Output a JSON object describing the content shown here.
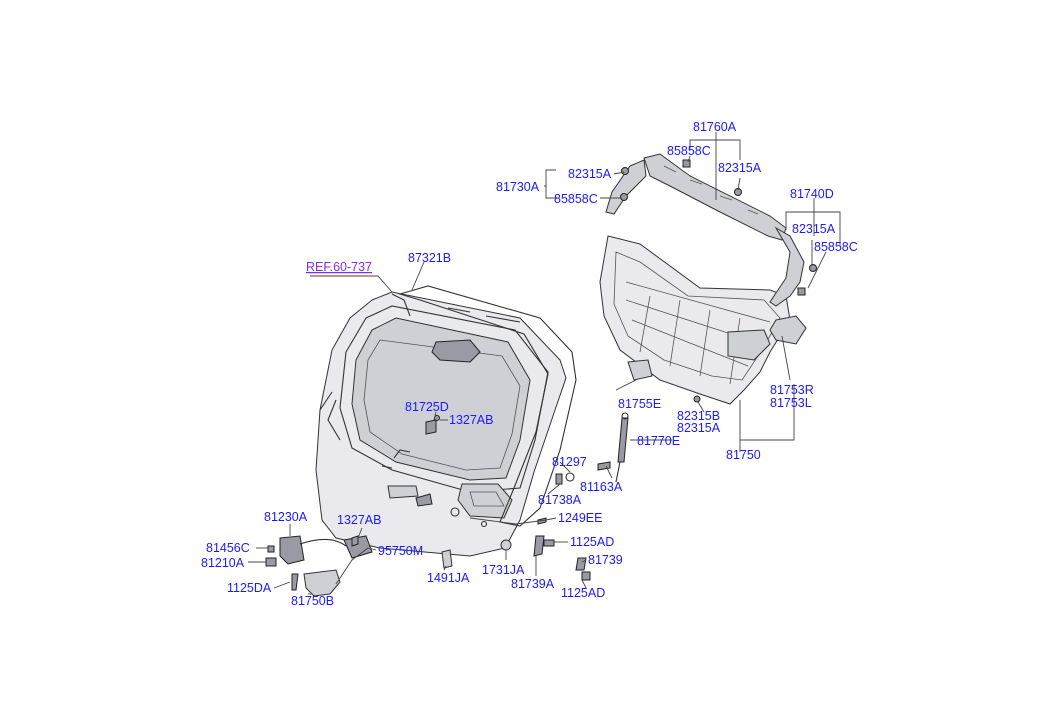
{
  "labels": {
    "ref": "REF.60-737",
    "p87321B": "87321B",
    "p81760A": "81760A",
    "p85858C_top": "85858C",
    "p82315A_top": "82315A",
    "p82315A_left": "82315A",
    "p81730A": "81730A",
    "p85858C_left": "85858C",
    "p81740D": "81740D",
    "p82315A_right": "82315A",
    "p85858C_right": "85858C",
    "p81725D": "81725D",
    "p1327AB_mid": "1327AB",
    "p81753R": "81753R",
    "p81753L": "81753L",
    "p81755E": "81755E",
    "p82315B": "82315B",
    "p82315A_bot": "82315A",
    "p81770E": "81770E",
    "p81750": "81750",
    "p81297": "81297",
    "p81163A": "81163A",
    "p81738A": "81738A",
    "p1249EE": "1249EE",
    "p81230A": "81230A",
    "p1327AB_low": "1327AB",
    "p81456C": "81456C",
    "p95750M": "95750M",
    "p81210A": "81210A",
    "p1125DA": "1125DA",
    "p81750B": "81750B",
    "p1491JA": "1491JA",
    "p1731JA": "1731JA",
    "p1125AD_a": "1125AD",
    "p81739": "81739",
    "p81739A": "81739A",
    "p1125AD_b": "1125AD"
  },
  "colors": {
    "label": "#1a1aff",
    "ref_link": "#8a2be2",
    "line": "#333333"
  }
}
